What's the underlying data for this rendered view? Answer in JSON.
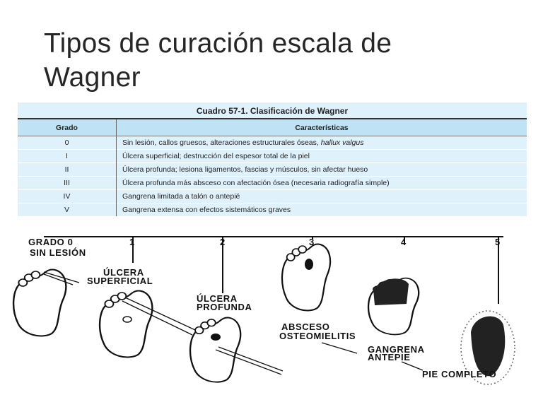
{
  "slide": {
    "title_line1": "Tipos de curación escala de",
    "title_line2": "Wagner"
  },
  "table": {
    "caption": "Cuadro 57-1. Clasificación de Wagner",
    "headers": [
      "Grado",
      "Características"
    ],
    "rows": [
      {
        "grado": "0",
        "text": "Sin lesión, callos gruesos, alteraciones estructurales óseas, ",
        "italic": "hallux valgus"
      },
      {
        "grado": "I",
        "text": "Úlcera superficial; destrucción del espesor total de la piel"
      },
      {
        "grado": "II",
        "text": "Úlcera profunda; lesiona ligamentos, fascias y músculos, sin afectar hueso"
      },
      {
        "grado": "III",
        "text": "Úlcera profunda más absceso con afectación ósea (necesaria radiografía simple)"
      },
      {
        "grado": "IV",
        "text": "Gangrena limitada a talón o antepié"
      },
      {
        "grado": "V",
        "text": "Gangrena extensa con efectos sistemáticos graves"
      }
    ],
    "colors": {
      "background": "#dff1fb",
      "header": "#bfe3f5"
    }
  },
  "diagram": {
    "grade0": "GRADO 0",
    "grade0_desc": "SIN LESIÓN",
    "grade_numbers": [
      "1",
      "2",
      "3",
      "4",
      "5"
    ],
    "ulcera1": "ÚLCERA",
    "superficial": "SUPERFICIAL",
    "ulcera2": "ÚLCERA",
    "profunda": "PROFUNDA",
    "absceso": "ABSCESO",
    "osteomielitis": "OSTEOMIELITIS",
    "gangrena": "GANGRENA",
    "antepie": "ANTEPIE",
    "pie_completo": "PIE COMPLETO"
  }
}
